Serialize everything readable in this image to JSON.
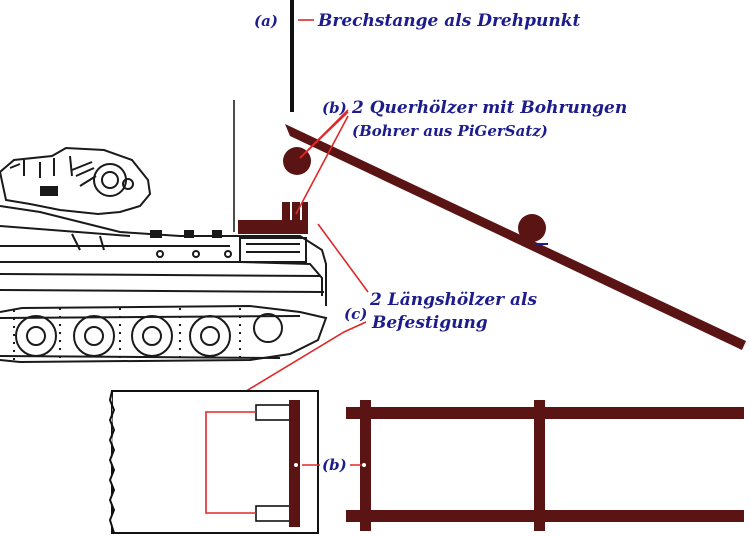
{
  "labels": {
    "a_marker": "(a)",
    "a_text": "Brechstange als Drehpunkt",
    "b_marker": "(b)",
    "b_text_line1": "2 Querhölzer mit Bohrungen",
    "b_text_line2": "(Bohrer aus PiGerSatz)",
    "c_marker": "(c)",
    "c_text_line1": "2 Längshölzer als",
    "c_text_line2": "Befestigung",
    "b_bottom": "(b)"
  },
  "colors": {
    "wood": "#5a1414",
    "label_text": "#1c1c8c",
    "leader_lines": "#e02828",
    "tank_outline": "#1a1a1a"
  }
}
